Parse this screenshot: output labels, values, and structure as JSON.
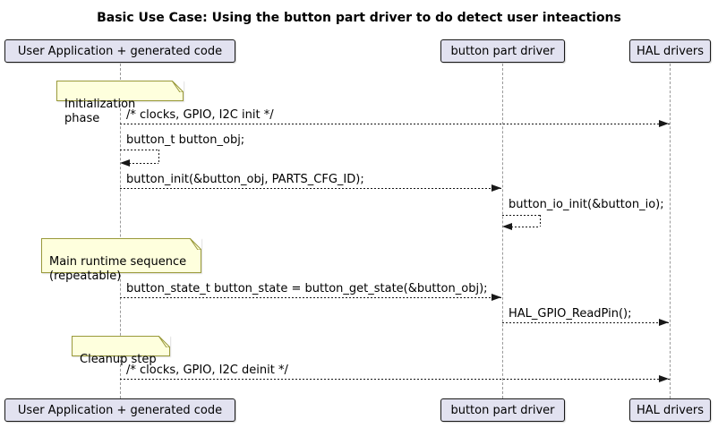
{
  "title": "Basic Use Case: Using the button part driver to do detect user inteactions",
  "diagram_type": "uml-sequence-diagram",
  "colors": {
    "background": "#FFFFFF",
    "participant_fill": "#E2E2F0",
    "participant_border": "#181818",
    "note_fill": "#FEFFDD",
    "note_border": "#99993A",
    "lifeline": "#999999",
    "message_line": "#181818",
    "text": "#000000"
  },
  "participants": [
    {
      "label": "User Application + generated code"
    },
    {
      "label": "button part driver"
    },
    {
      "label": "HAL drivers"
    }
  ],
  "notes": [
    {
      "text": "Initialization phase",
      "anchor": "User Application + generated code"
    },
    {
      "text": "Main runtime sequence\n(repeatable)",
      "anchor": "User Application + generated code"
    },
    {
      "text": "Cleanup step",
      "anchor": "User Application + generated code"
    }
  ],
  "messages": [
    {
      "label": "/* clocks, GPIO, I2C init */",
      "from": "User Application + generated code",
      "to": "HAL drivers",
      "type": "dotted-arrow"
    },
    {
      "label": "button_t button_obj;",
      "from": "User Application + generated code",
      "to": "User Application + generated code",
      "type": "self-dotted-arrow"
    },
    {
      "label": "button_init(&button_obj, PARTS_CFG_ID);",
      "from": "User Application + generated code",
      "to": "button part driver",
      "type": "dotted-arrow"
    },
    {
      "label": "button_io_init(&button_io);",
      "from": "button part driver",
      "to": "button part driver",
      "type": "self-dotted-arrow"
    },
    {
      "label": "button_state_t button_state = button_get_state(&button_obj);",
      "from": "User Application + generated code",
      "to": "button part driver",
      "type": "dotted-arrow"
    },
    {
      "label": "HAL_GPIO_ReadPin();",
      "from": "button part driver",
      "to": "HAL drivers",
      "type": "dotted-arrow"
    },
    {
      "label": "/* clocks, GPIO, I2C deinit */",
      "from": "User Application + generated code",
      "to": "HAL drivers",
      "type": "dotted-arrow"
    }
  ]
}
